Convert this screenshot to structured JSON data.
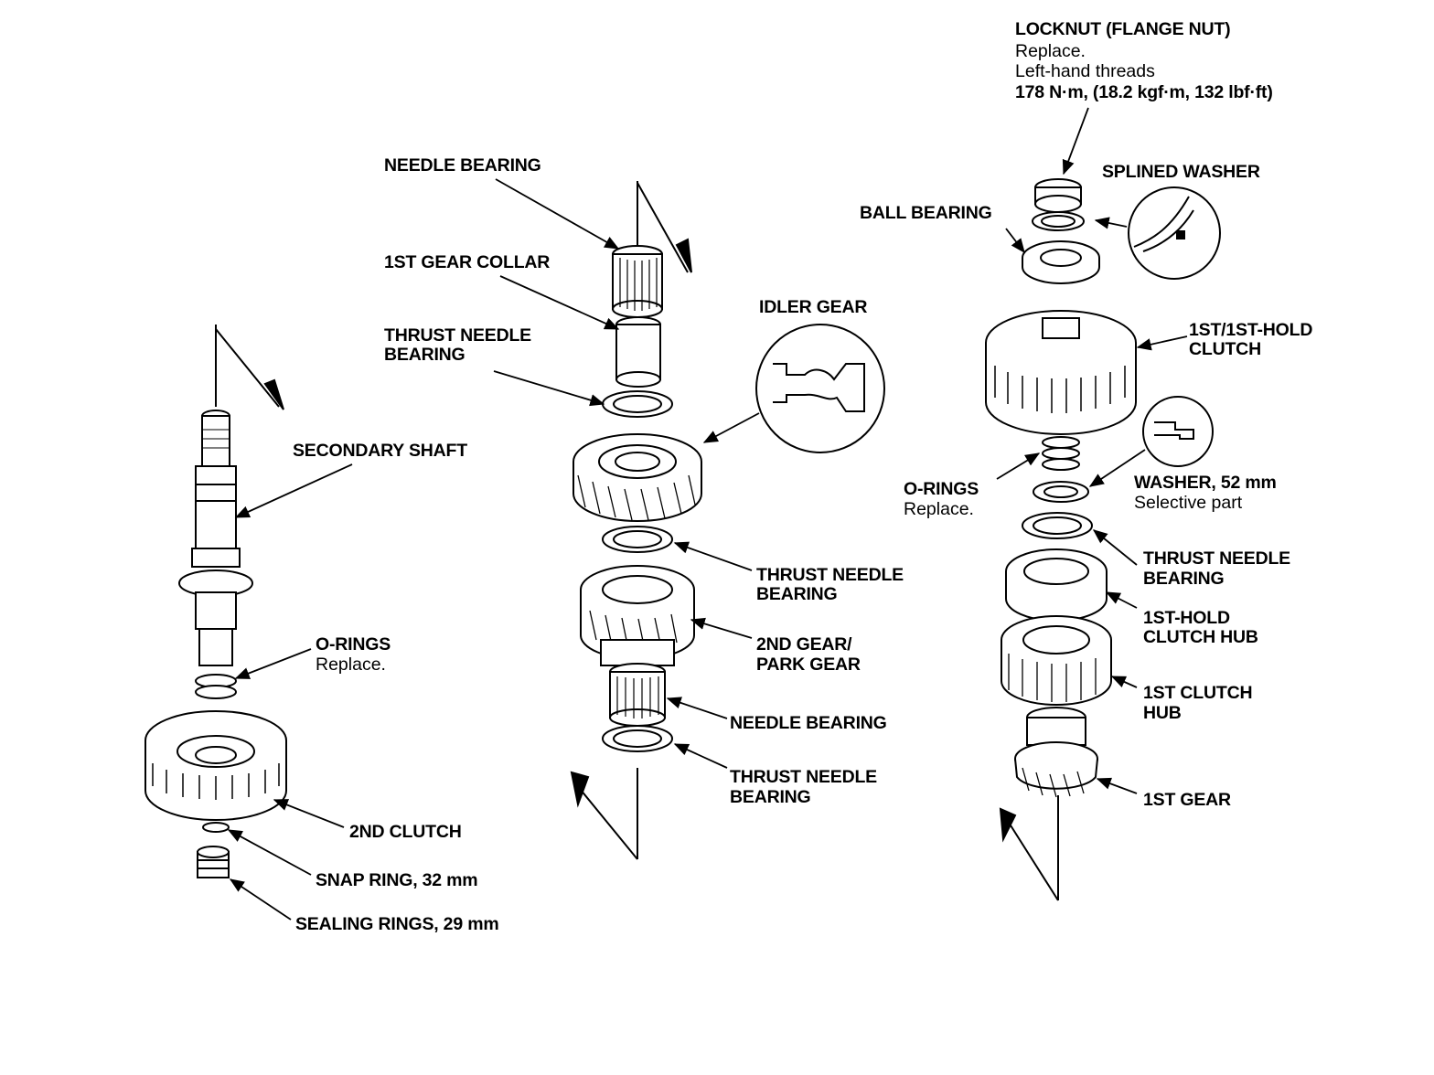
{
  "labels": {
    "locknut": {
      "title": "LOCKNUT (FLANGE NUT)",
      "note1": "Replace.",
      "note2": "Left-hand threads",
      "torque": "178 N·m, (18.2 kgf·m, 132 lbf·ft)"
    },
    "splined_washer": "SPLINED WASHER",
    "ball_bearing": "BALL BEARING",
    "needle_bearing_top": "NEEDLE BEARING",
    "first_gear_collar": "1ST GEAR COLLAR",
    "idler_gear": "IDLER GEAR",
    "thrust_needle_bearing_upper": [
      "THRUST NEEDLE",
      "BEARING"
    ],
    "secondary_shaft": "SECONDARY SHAFT",
    "first_first_hold_clutch": [
      "1ST/1ST-HOLD",
      "CLUTCH"
    ],
    "o_rings_right": {
      "title": "O-RINGS",
      "note": "Replace."
    },
    "washer_52": {
      "title": "WASHER, 52 mm",
      "note": "Selective part"
    },
    "thrust_needle_bearing_mid": [
      "THRUST NEEDLE",
      "BEARING"
    ],
    "thrust_needle_bearing_right": [
      "THRUST NEEDLE",
      "BEARING"
    ],
    "first_hold_clutch_hub": [
      "1ST-HOLD",
      "CLUTCH HUB"
    ],
    "o_rings_left": {
      "title": "O-RINGS",
      "note": "Replace."
    },
    "second_gear_park_gear": [
      "2ND GEAR/",
      "PARK GEAR"
    ],
    "first_clutch_hub": [
      "1ST CLUTCH",
      "HUB"
    ],
    "needle_bearing_lower": "NEEDLE BEARING",
    "thrust_needle_bearing_lower": [
      "THRUST NEEDLE",
      "BEARING"
    ],
    "first_gear": "1ST GEAR",
    "second_clutch": "2ND CLUTCH",
    "snap_ring": "SNAP RING, 32 mm",
    "sealing_rings": "SEALING RINGS, 29 mm"
  }
}
